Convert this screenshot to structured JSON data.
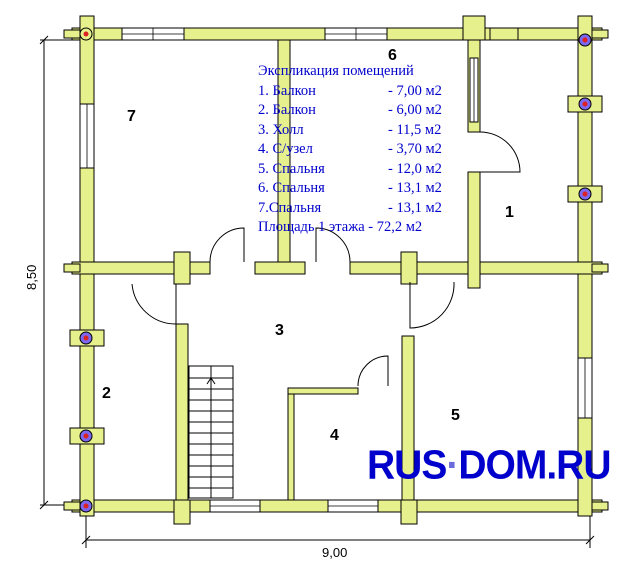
{
  "rooms": {
    "r1": "1",
    "r2": "2",
    "r3": "3",
    "r4": "4",
    "r5": "5",
    "r6": "6",
    "r7": "7"
  },
  "explication": {
    "title": "Экспликация помещений",
    "rows": [
      {
        "label": "1. Балкон",
        "value": "- 7,00 м2"
      },
      {
        "label": "2. Балкон",
        "value": "- 6,00 м2"
      },
      {
        "label": "3. Холл",
        "value": "- 11,5 м2"
      },
      {
        "label": "4. С/узел",
        "value": "- 3,70 м2"
      },
      {
        "label": "5. Спальня",
        "value": "- 12,0 м2"
      },
      {
        "label": "6. Спальня",
        "value": "- 13,1 м2"
      },
      {
        "label": "7.Спальня",
        "value": "- 13,1 м2"
      }
    ],
    "total": "Площадь 1 этажа - 72,2 м2"
  },
  "dimensions": {
    "width": "9,00",
    "height": "8,50"
  },
  "watermark": {
    "part1": "RUS",
    "part2": "DOM",
    "part3": ".RU"
  },
  "colors": {
    "wall": "#e6f08c",
    "text_blue": "#0000cc",
    "post": "#7b68ee",
    "post_center": "#dd2222"
  }
}
